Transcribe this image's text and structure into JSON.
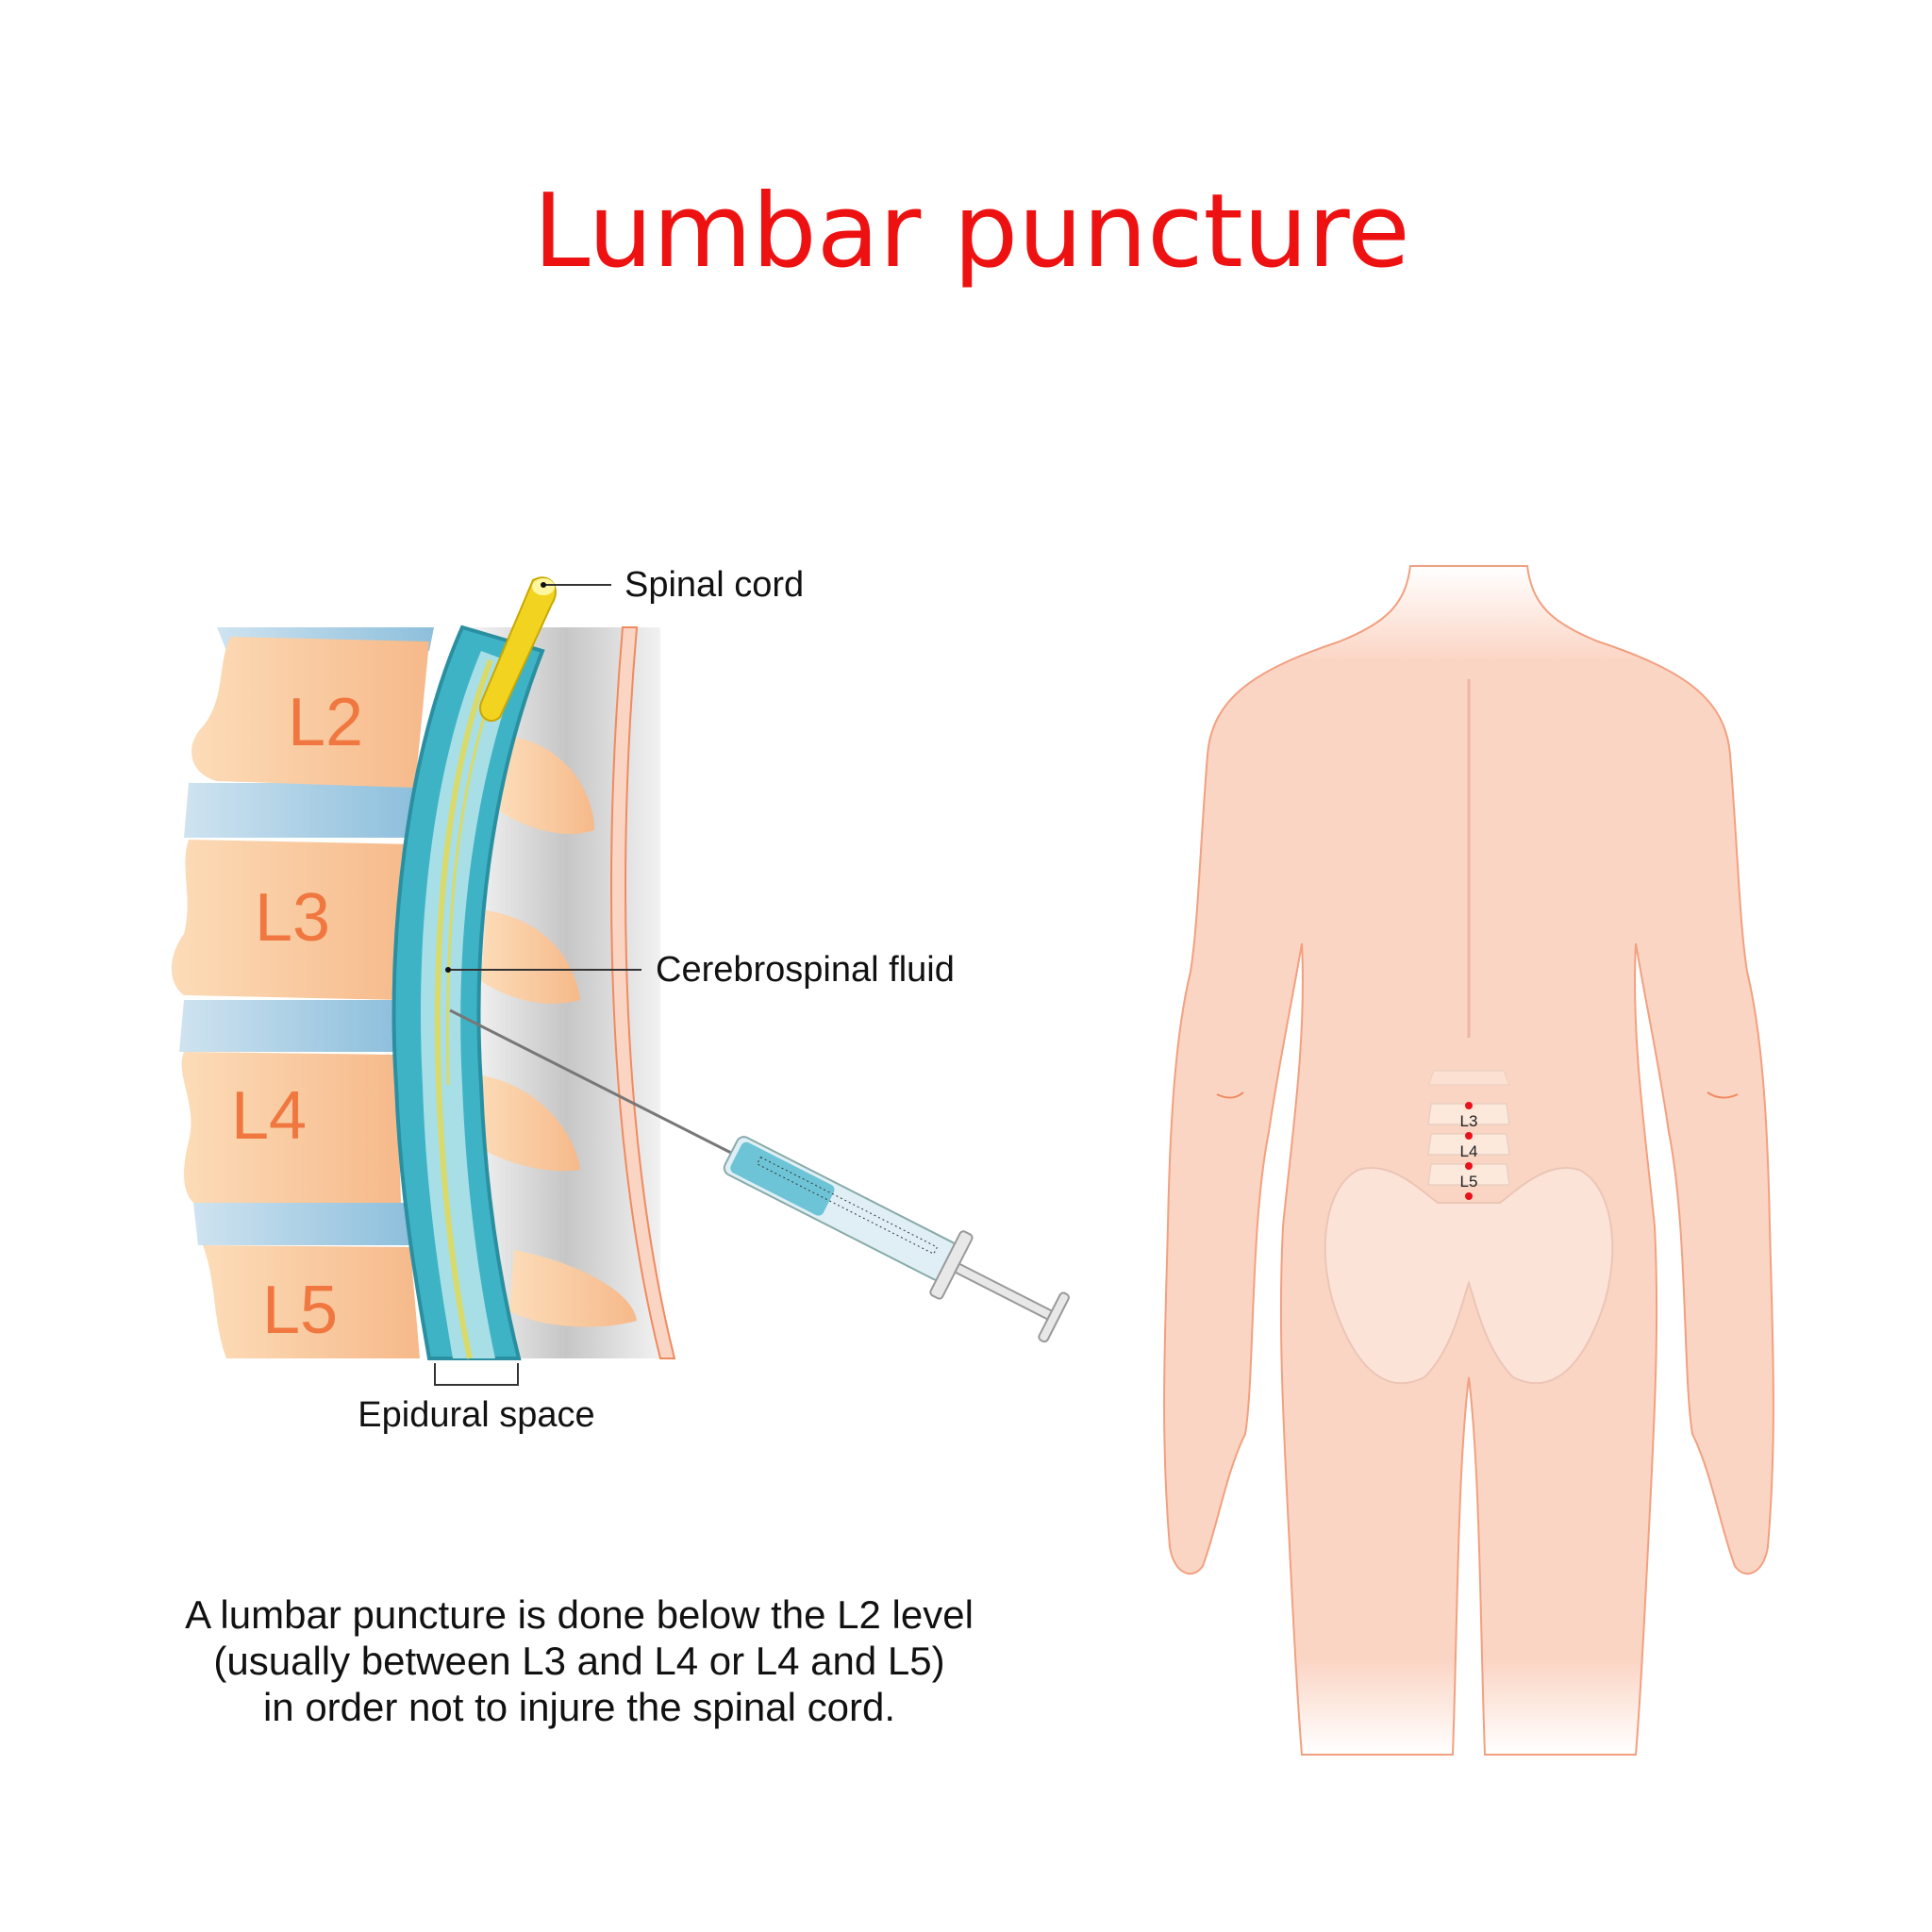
{
  "title": "Lumbar puncture",
  "labels": {
    "spinal_cord": "Spinal cord",
    "csf": "Cerebrospinal fluid",
    "epidural": "Epidural space"
  },
  "vertebrae": [
    "L2",
    "L3",
    "L4",
    "L5"
  ],
  "body_vertebrae": [
    "L3",
    "L4",
    "L5"
  ],
  "caption": [
    "A lumbar puncture is done below the L2 level",
    "(usually between L3 and L4 or L4 and L5)",
    "in order not to injure the spinal cord."
  ],
  "colors": {
    "title": "#ee1111",
    "skin": "#fbd5c4",
    "bone": "#fbd0a8",
    "disc": "#a9cfe6",
    "canal": "#3fb3c6",
    "marker": "#e8121b"
  }
}
